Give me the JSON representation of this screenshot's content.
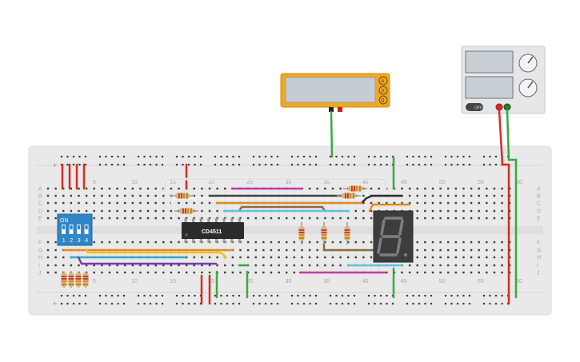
{
  "board": {
    "row_labels_top": [
      "A",
      "B",
      "C",
      "D",
      "E"
    ],
    "row_labels_bottom": [
      "F",
      "G",
      "H",
      "I",
      "J"
    ],
    "column_numbers": [
      "5",
      "10",
      "15",
      "20",
      "25",
      "30",
      "35",
      "40",
      "45",
      "50",
      "55",
      "60"
    ],
    "rail_plus": "+"
  },
  "chip": {
    "label": "CD4511"
  },
  "dip_switch": {
    "on_label": "ON",
    "numbers": [
      "1",
      "2",
      "3",
      "4"
    ]
  },
  "display": {
    "digit": "8."
  },
  "multimeter": {
    "buttons": [
      "A",
      "V",
      "Ω"
    ]
  },
  "power_supply": {
    "switch_label": "OFF"
  },
  "colors": {
    "board": "#e9e9e9",
    "red_wire": "#d62d20",
    "green_wire": "#3aa843",
    "multimeter_body": "#f0a823",
    "screen": "#c5ccd2",
    "dip_blue": "#2f86c8",
    "seven_seg": "#3d3d3d"
  }
}
